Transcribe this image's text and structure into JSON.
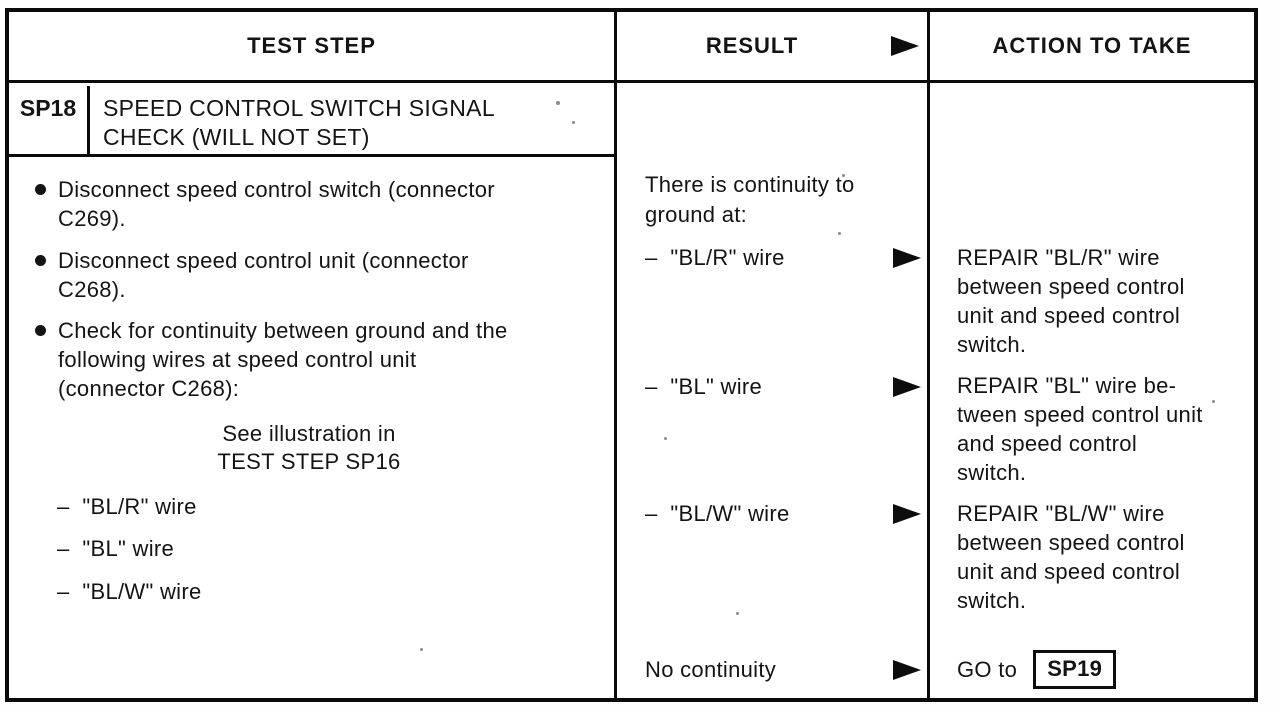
{
  "table": {
    "headers": {
      "test_step": "TEST STEP",
      "result": "RESULT",
      "action": "ACTION TO TAKE"
    },
    "step": {
      "id": "SP18",
      "title_lines": [
        "SPEED CONTROL SWITCH SIGNAL",
        "CHECK (WILL NOT SET)"
      ]
    },
    "procedure": {
      "bullets": [
        {
          "lines": [
            "Disconnect speed control switch (connector",
            "C269)."
          ]
        },
        {
          "lines": [
            "Disconnect speed control unit (connector",
            "C268)."
          ]
        },
        {
          "lines": [
            "Check for continuity between ground and the",
            "following wires at speed control unit",
            "(connector C268):"
          ]
        }
      ],
      "note_lines": [
        "See illustration in",
        "TEST STEP SP16"
      ],
      "wire_items": [
        "–  \"BL/R\" wire",
        "–  \"BL\" wire",
        "–  \"BL/W\" wire"
      ]
    },
    "results": {
      "intro_lines": [
        "There is continuity to",
        "ground at:"
      ],
      "items": [
        {
          "label": "–  \"BL/R\" wire"
        },
        {
          "label": "–  \"BL\" wire"
        },
        {
          "label": "–  \"BL/W\" wire"
        },
        {
          "label": "No continuity"
        }
      ]
    },
    "actions": {
      "items": [
        {
          "lines": [
            "REPAIR \"BL/R\" wire",
            "between speed control",
            "unit and speed control",
            "switch."
          ]
        },
        {
          "lines": [
            "REPAIR \"BL\" wire be-",
            "tween speed control unit",
            "and speed control",
            "switch."
          ]
        },
        {
          "lines": [
            "REPAIR \"BL/W\" wire",
            "between speed control",
            "unit and speed control",
            "switch."
          ]
        }
      ],
      "goto": {
        "prefix": "GO to",
        "target": "SP19"
      }
    }
  },
  "colors": {
    "ink": "#141414",
    "paper": "#ffffff",
    "border": "#0a0a0a"
  }
}
